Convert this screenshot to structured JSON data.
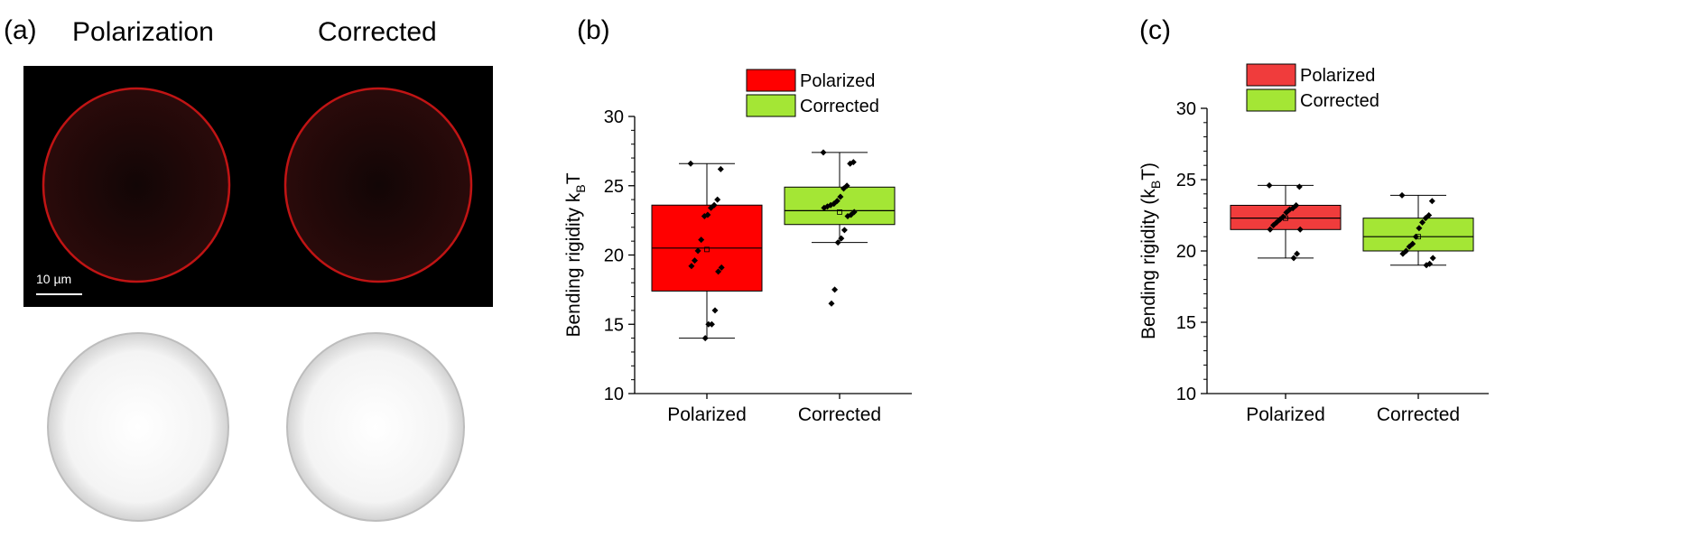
{
  "panel_a": {
    "letter": "(a)",
    "label_left": "Polarization",
    "label_right": "Corrected",
    "scale_bar": "10 µm"
  },
  "colors": {
    "polarized_b": "#ff0000",
    "polarized_c": "#f03c3c",
    "corrected": "#a4e635",
    "membrane": "#c81616"
  },
  "chart_data": [
    {
      "panel": "(b)",
      "type": "box",
      "title": "40x NA 0.6",
      "ylabel_main": "Bending rigidity k",
      "ylabel_sub": "B",
      "ylabel_tail": "T",
      "ylim": [
        10,
        30
      ],
      "yticks": [
        "10",
        "15",
        "20",
        "25",
        "30"
      ],
      "categories": [
        "Polarized",
        "Corrected"
      ],
      "legend": [
        "Polarized",
        "Corrected"
      ],
      "legend_position": "top-right",
      "boxes": [
        {
          "q1": 17.4,
          "median": 20.5,
          "q3": 23.6,
          "min": 14.0,
          "max": 26.6,
          "mean": 20.4,
          "points": [
            26.6,
            26.2,
            24.0,
            23.6,
            23.4,
            22.9,
            22.8,
            21.1,
            20.3,
            19.6,
            19.2,
            19.1,
            18.8,
            16.0,
            15.0,
            15.0,
            14.0
          ]
        },
        {
          "q1": 22.2,
          "median": 23.2,
          "q3": 24.9,
          "min": 20.9,
          "max": 27.4,
          "mean": 23.1,
          "points": [
            27.4,
            26.7,
            26.6,
            25.0,
            24.8,
            24.2,
            23.9,
            23.7,
            23.6,
            23.5,
            23.4,
            23.1,
            22.9,
            22.8,
            21.8,
            21.2,
            20.9,
            17.5,
            16.5
          ]
        }
      ]
    },
    {
      "panel": "(c)",
      "type": "box",
      "title": "40x NA 1.3",
      "ylabel_main": "Bending rigidity (k",
      "ylabel_sub": "B",
      "ylabel_tail": "T)",
      "ylim": [
        10,
        30
      ],
      "yticks": [
        "10",
        "15",
        "20",
        "25",
        "30"
      ],
      "categories": [
        "Polarized",
        "Corrected"
      ],
      "legend": [
        "Polarized",
        "Corrected"
      ],
      "legend_position": "top-right",
      "boxes": [
        {
          "q1": 21.5,
          "median": 22.3,
          "q3": 23.2,
          "min": 19.5,
          "max": 24.6,
          "mean": 22.3,
          "points": [
            24.6,
            24.5,
            23.2,
            23.0,
            22.9,
            22.7,
            22.4,
            22.2,
            22.0,
            21.8,
            21.5,
            21.5,
            19.8,
            19.5
          ]
        },
        {
          "q1": 20.0,
          "median": 21.0,
          "q3": 22.3,
          "min": 19.0,
          "max": 23.9,
          "mean": 21.0,
          "points": [
            23.9,
            23.5,
            22.5,
            22.3,
            22.0,
            21.6,
            21.0,
            20.5,
            20.3,
            20.0,
            19.8,
            19.5,
            19.1,
            19.0
          ]
        }
      ]
    }
  ]
}
